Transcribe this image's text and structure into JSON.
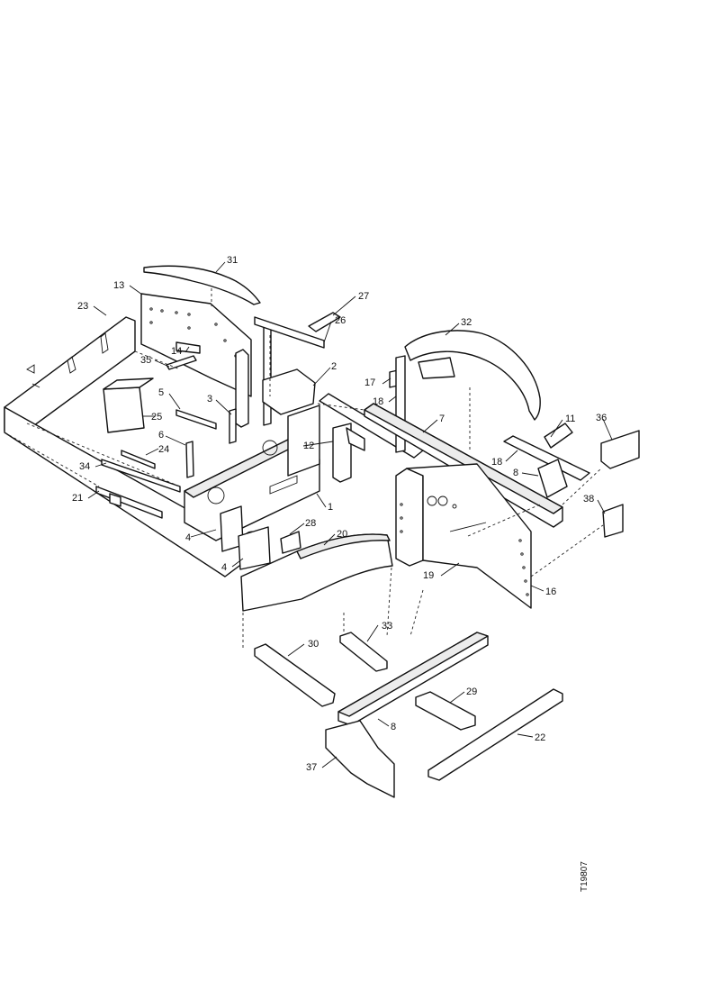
{
  "diagram": {
    "drawing_number": "T19807",
    "callouts": [
      {
        "key": "c31",
        "label": "31"
      },
      {
        "key": "c13",
        "label": "13"
      },
      {
        "key": "c23",
        "label": "23"
      },
      {
        "key": "c27",
        "label": "27"
      },
      {
        "key": "c26",
        "label": "26"
      },
      {
        "key": "c32",
        "label": "32"
      },
      {
        "key": "c14",
        "label": "14"
      },
      {
        "key": "c35",
        "label": "35"
      },
      {
        "key": "c2",
        "label": "2"
      },
      {
        "key": "c17",
        "label": "17"
      },
      {
        "key": "c18a",
        "label": "18"
      },
      {
        "key": "c5",
        "label": "5"
      },
      {
        "key": "c3",
        "label": "3"
      },
      {
        "key": "c7",
        "label": "7"
      },
      {
        "key": "c11",
        "label": "11"
      },
      {
        "key": "c36",
        "label": "36"
      },
      {
        "key": "c25",
        "label": "25"
      },
      {
        "key": "c6",
        "label": "6"
      },
      {
        "key": "c24",
        "label": "24"
      },
      {
        "key": "c12",
        "label": "12"
      },
      {
        "key": "c18b",
        "label": "18"
      },
      {
        "key": "c8a",
        "label": "8"
      },
      {
        "key": "c34",
        "label": "34"
      },
      {
        "key": "c21",
        "label": "21"
      },
      {
        "key": "c1",
        "label": "1"
      },
      {
        "key": "c38",
        "label": "38"
      },
      {
        "key": "c4a",
        "label": "4"
      },
      {
        "key": "c28",
        "label": "28"
      },
      {
        "key": "c20",
        "label": "20"
      },
      {
        "key": "c4b",
        "label": "4"
      },
      {
        "key": "c19",
        "label": "19"
      },
      {
        "key": "c16",
        "label": "16"
      },
      {
        "key": "c33",
        "label": "33"
      },
      {
        "key": "c30",
        "label": "30"
      },
      {
        "key": "c29",
        "label": "29"
      },
      {
        "key": "c8b",
        "label": "8"
      },
      {
        "key": "c22",
        "label": "22"
      },
      {
        "key": "c37",
        "label": "37"
      }
    ]
  }
}
